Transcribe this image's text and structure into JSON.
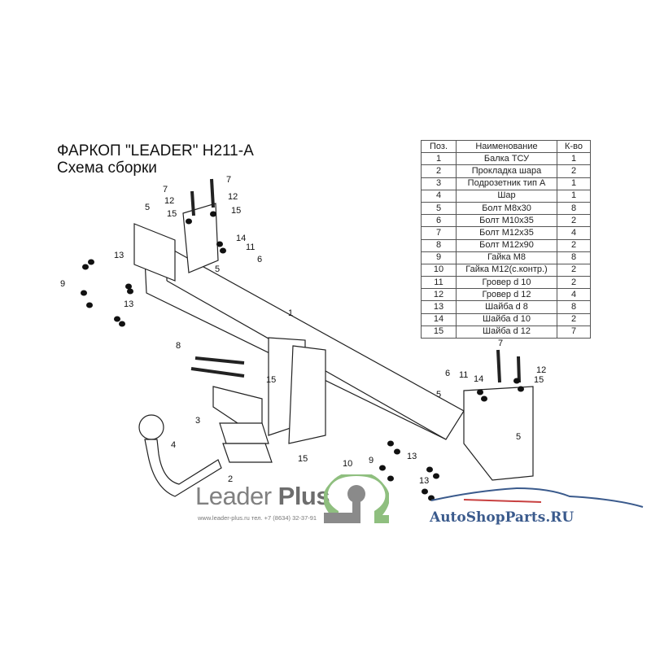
{
  "title": "ФАРКОП \"LEADER\" H211-A",
  "subtitle": "Схема сборки",
  "parts_table": {
    "headers": [
      "Поз.",
      "Наименование",
      "К-во"
    ],
    "rows": [
      [
        "1",
        "Балка ТСУ",
        "1"
      ],
      [
        "2",
        "Прокладка шара",
        "2"
      ],
      [
        "3",
        "Подрозетник тип А",
        "1"
      ],
      [
        "4",
        "Шар",
        "1"
      ],
      [
        "5",
        "Болт М8х30",
        "8"
      ],
      [
        "6",
        "Болт М10х35",
        "2"
      ],
      [
        "7",
        "Болт М12х35",
        "4"
      ],
      [
        "8",
        "Болт М12х90",
        "2"
      ],
      [
        "9",
        "Гайка  М8",
        "8"
      ],
      [
        "10",
        "Гайка М12(с.контр.)",
        "2"
      ],
      [
        "11",
        "Гровер d 10",
        "2"
      ],
      [
        "12",
        "Гровер d 12",
        "4"
      ],
      [
        "13",
        "Шайба d 8",
        "8"
      ],
      [
        "14",
        "Шайба d 10",
        "2"
      ],
      [
        "15",
        "Шайба d 12",
        "7"
      ]
    ]
  },
  "callouts": [
    "7",
    "7",
    "12",
    "12",
    "15",
    "15",
    "5",
    "14",
    "11",
    "6",
    "5",
    "13",
    "9",
    "13",
    "1",
    "8",
    "15",
    "3",
    "4",
    "2",
    "15",
    "10",
    "7",
    "6",
    "11",
    "14",
    "12",
    "15",
    "5",
    "5",
    "9",
    "13",
    "13"
  ],
  "brand": {
    "name_light": "Leader ",
    "name_bold": "Plus",
    "contacts": "www.leader-plus.ru   тел. +7 (8634) 32-37-91",
    "logo_green": "#8fbf7f",
    "logo_grey": "#8a8a8a"
  },
  "watermark": {
    "text": "AutoShopParts.RU",
    "color": "#3a5a8c"
  }
}
